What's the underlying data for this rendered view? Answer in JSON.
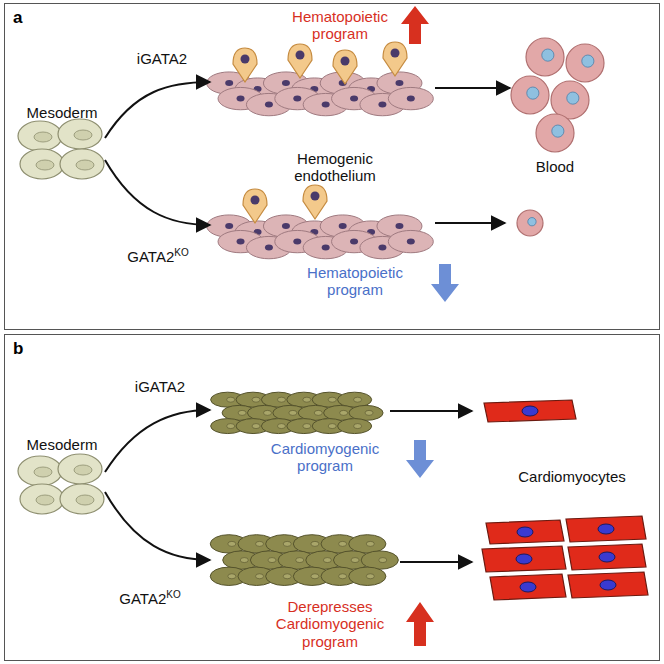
{
  "diagram": {
    "nodes": [
      {
        "text": [
          "a"
        ]
      },
      {
        "text": [
          "b"
        ]
      }
    ],
    "labels": [
      "Mesoderm",
      "iGATA2",
      "GATA2",
      "KO",
      "Hematopoietic program",
      "Hemogenic endothelium",
      "Blood",
      "Hematopoietic program",
      "Mesoderm",
      "iGATA2",
      "GATA2",
      "KO",
      "Cardiomyogenic program",
      "Cardiomyocytes",
      "Derepresses Cardiomyogenic program"
    ]
  }
}
